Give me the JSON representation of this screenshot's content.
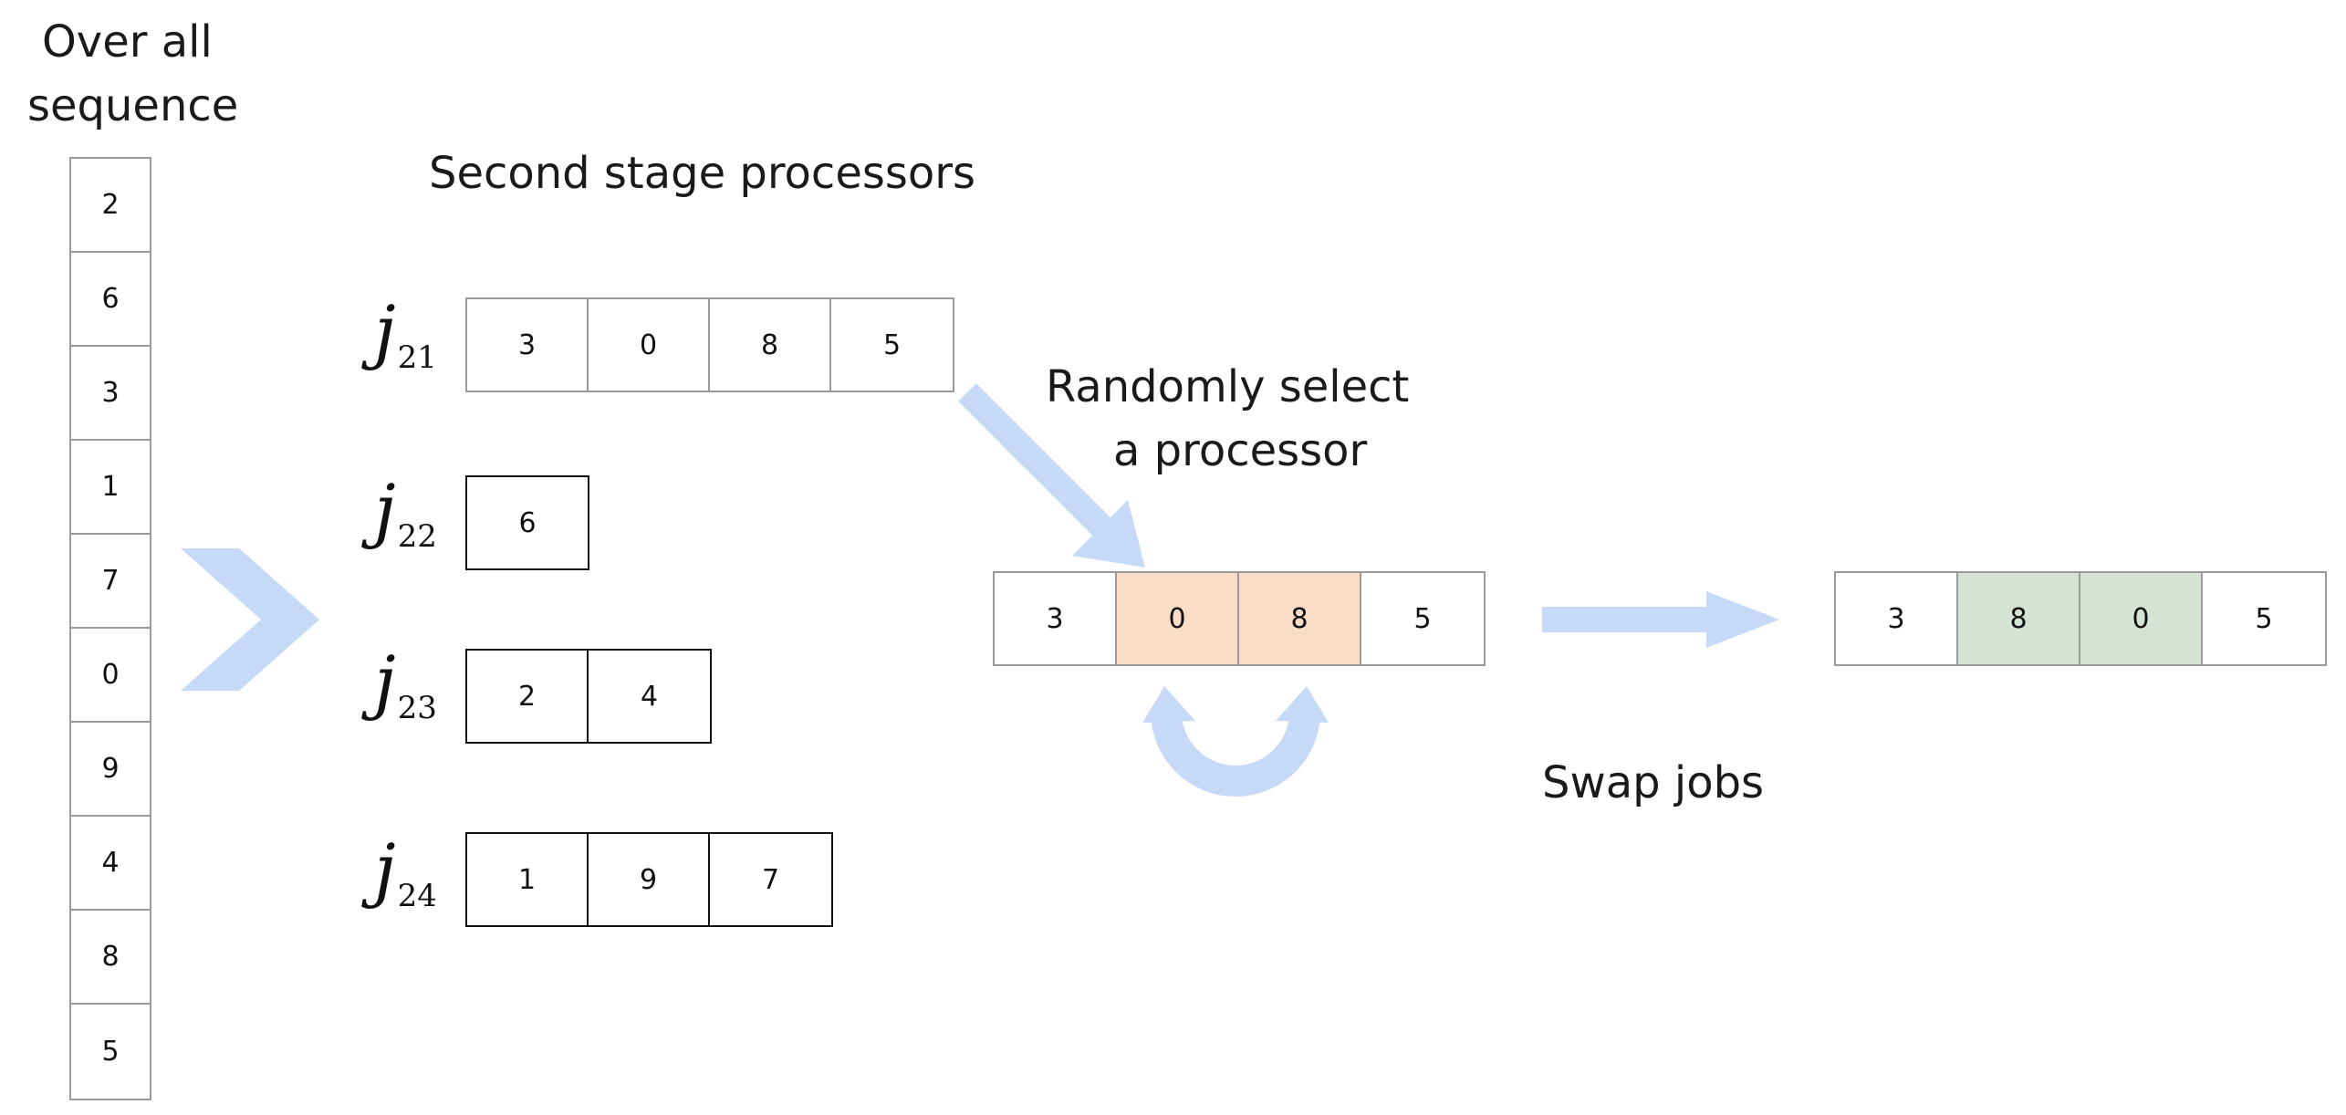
{
  "overall": {
    "title_line1": "Over all",
    "title_line2": "sequence",
    "values": [
      "2",
      "6",
      "3",
      "1",
      "7",
      "0",
      "9",
      "4",
      "8",
      "5"
    ]
  },
  "second_stage": {
    "title": "Second stage processors",
    "processors": [
      {
        "j": "j",
        "sub": "21",
        "jobs": [
          "3",
          "0",
          "8",
          "5"
        ]
      },
      {
        "j": "j",
        "sub": "22",
        "jobs": [
          "6"
        ]
      },
      {
        "j": "j",
        "sub": "23",
        "jobs": [
          "2",
          "4"
        ]
      },
      {
        "j": "j",
        "sub": "24",
        "jobs": [
          "1",
          "9",
          "7"
        ]
      }
    ]
  },
  "select": {
    "line1": "Randomly select",
    "line2": "a processor",
    "jobs": [
      "3",
      "0",
      "8",
      "5"
    ]
  },
  "swap": {
    "label": "Swap jobs",
    "jobs": [
      "3",
      "8",
      "0",
      "5"
    ]
  },
  "colors": {
    "arrow": "#c6d9f7",
    "highlight_selected": "#fbdcc7",
    "highlight_swapped": "#d5e3d5",
    "light_border": "#9a9a9a",
    "dark_border": "#111111"
  }
}
